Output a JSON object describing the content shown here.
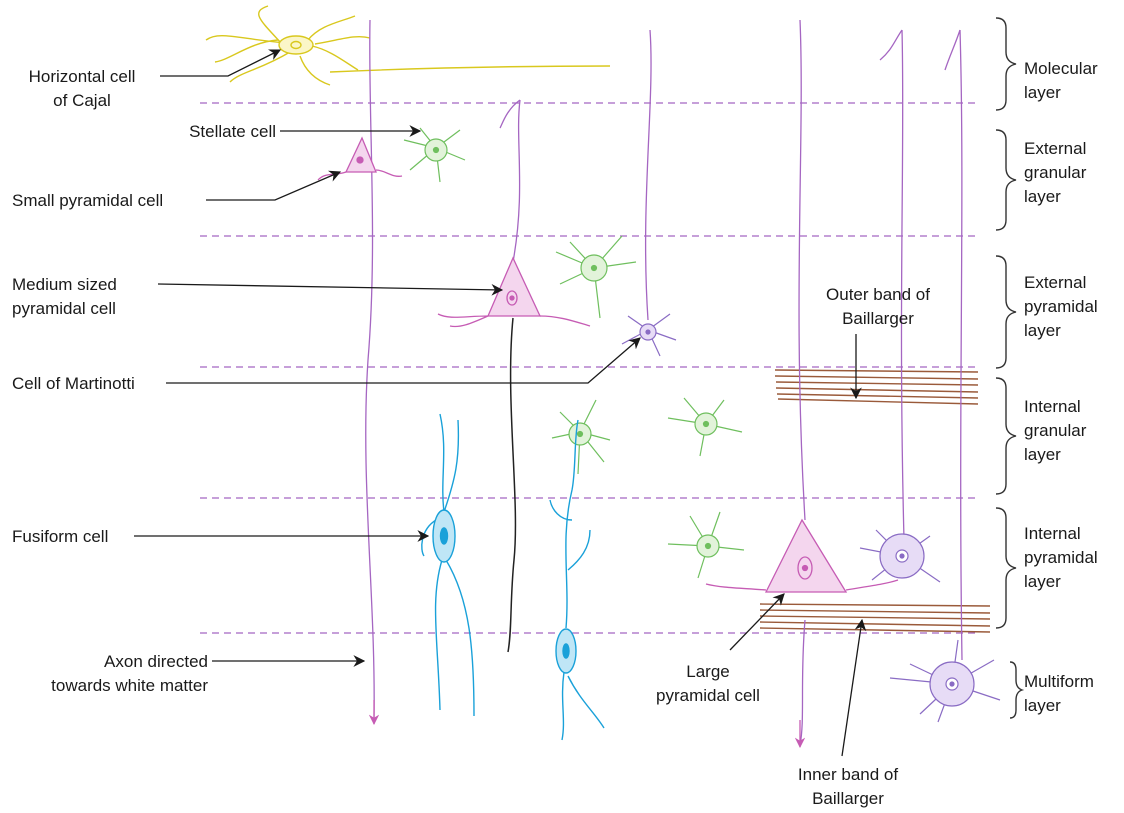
{
  "diagram": {
    "cell_labels": {
      "horizontal_cell": [
        "Horizontal cell",
        "of Cajal"
      ],
      "stellate_cell": [
        "Stellate cell"
      ],
      "small_pyramidal": [
        "Small pyramidal cell"
      ],
      "medium_pyramidal": [
        "Medium sized",
        "pyramidal cell"
      ],
      "martinotti": [
        "Cell of Martinotti"
      ],
      "fusiform": [
        "Fusiform cell"
      ],
      "axon": [
        "Axon directed",
        "towards white matter"
      ],
      "large_pyramidal": [
        "Large",
        "pyramidal cell"
      ],
      "outer_band": [
        "Outer band of",
        "Baillarger"
      ],
      "inner_band": [
        "Inner band of",
        "Baillarger"
      ]
    },
    "layers": [
      {
        "id": "molecular",
        "lines": [
          "Molecular",
          "layer"
        ]
      },
      {
        "id": "external-granular",
        "lines": [
          "External",
          "granular",
          "layer"
        ]
      },
      {
        "id": "external-pyramidal",
        "lines": [
          "External",
          "pyramidal",
          "layer"
        ]
      },
      {
        "id": "internal-granular",
        "lines": [
          "Internal",
          "granular",
          "layer"
        ]
      },
      {
        "id": "internal-pyramidal",
        "lines": [
          "Internal",
          "pyramidal",
          "layer"
        ]
      },
      {
        "id": "multiform",
        "lines": [
          "Multiform",
          "layer"
        ]
      }
    ],
    "colors": {
      "horizontal_cell": "#d9c81e",
      "pyramidal": "#c65cb4",
      "pyramidal_fill": "#f4d6ee",
      "stellate": "#6fbf5e",
      "stellate_fill": "#e2f3da",
      "martinotti": "#8a6cc4",
      "fusiform": "#1aa1d9",
      "fusiform_fill": "#bfe6f6",
      "band_fibers": "#9a5a3a",
      "layer_divider": "#a566c2",
      "axon": "#222222",
      "brace": "#333333"
    }
  }
}
